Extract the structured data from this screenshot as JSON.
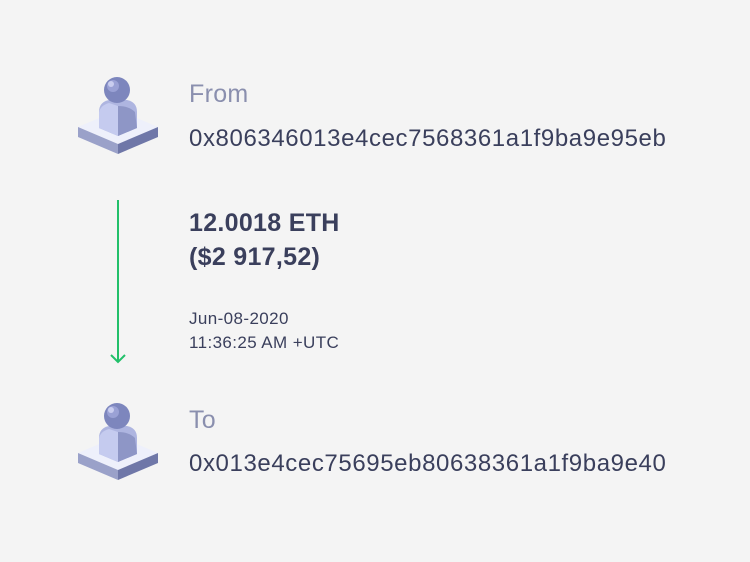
{
  "from": {
    "label": "From",
    "address": "0x806346013e4cec7568361a1f9ba9e95eb"
  },
  "transfer": {
    "amount": "12.0018 ETH",
    "fiat": "($2 917,52)",
    "date": "Jun-08-2020",
    "time": "11:36:25 AM +UTC",
    "arrow_color": "#22c06a"
  },
  "to": {
    "label": "To",
    "address": "0x013e4cec75695eb80638361a1f9ba9e40"
  },
  "icons": {
    "sender": "user-avatar-icon",
    "recipient": "user-avatar-icon",
    "direction": "arrow-down-icon"
  }
}
